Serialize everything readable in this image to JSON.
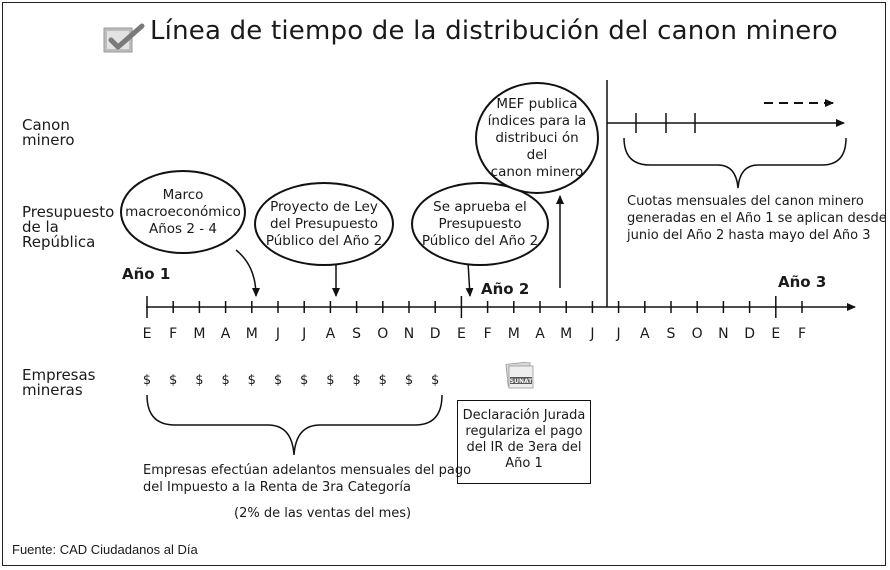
{
  "title": "Línea de tiempo de la distribución del canon minero",
  "icon": "checkbox-check-icon",
  "rows": {
    "canon": [
      "Canon",
      "minero"
    ],
    "presupuesto": [
      "Presupuesto",
      "de la",
      "República"
    ],
    "empresas": [
      "Empresas",
      "mineras"
    ]
  },
  "years": {
    "y1": "Año 1",
    "y2": "Año 2",
    "y3": "Año 3"
  },
  "months": [
    "E",
    "F",
    "M",
    "A",
    "M",
    "J",
    "J",
    "A",
    "S",
    "O",
    "N",
    "D",
    "E",
    "F",
    "M",
    "A",
    "M",
    "J",
    "J",
    "A",
    "S",
    "O",
    "N",
    "D",
    "E",
    "F"
  ],
  "dollars": [
    "$",
    "$",
    "$",
    "$",
    "$",
    "$",
    "$",
    "$",
    "$",
    "$",
    "$",
    "$"
  ],
  "bubbles": {
    "marco": [
      "Marco",
      "macroeconómico",
      "Años 2 - 4"
    ],
    "proyecto": [
      "Proyecto de Ley",
      "del Presupuesto",
      "Público del Año 2"
    ],
    "aprueba": [
      "Se aprueba el",
      "Presupuesto",
      "Público del Año 2"
    ],
    "mef": [
      "MEF publica",
      "índices  para la",
      "distribuci ón del",
      "canon minero"
    ]
  },
  "cuotas": [
    "Cuotas mensuales del canon minero",
    "generadas en el Año 1 se aplican desde",
    "junio del Año 2 hasta mayo del Año 3"
  ],
  "declaracion": [
    "Declaración Jurada",
    "regulariza el pago",
    "del IR de 3era del",
    "Año 1"
  ],
  "sunat_logo": "SUNAT",
  "empresas_note": [
    "Empresas efectúan adelantos mensuales del pago",
    "del Impuesto a la Renta de 3ra Categoría"
  ],
  "empresas_pct": "(2% de las ventas del mes)",
  "source": "Fuente: CAD Ciudadanos al Día"
}
